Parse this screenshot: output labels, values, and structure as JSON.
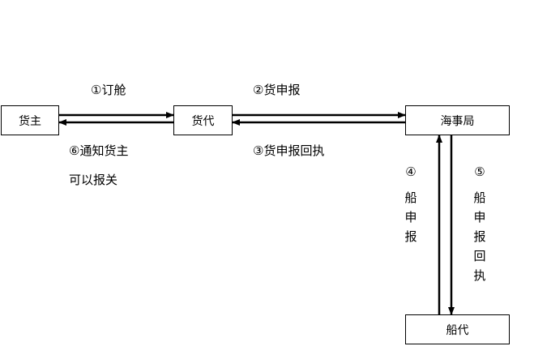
{
  "nodes": {
    "shipper": "货主",
    "forwarder": "货代",
    "maritime_bureau": "海事局",
    "ship_agent": "船代"
  },
  "steps": {
    "s1": "①订舱",
    "s2": "②货申报",
    "s3": "③货申报回执",
    "s4_num": "④",
    "s4_text": "船\n申\n报",
    "s5_num": "⑤",
    "s5_text": "船\n申\n报\n回\n执",
    "s6_line1": "⑥通知货主",
    "s6_line2": "可以报关"
  },
  "colors": {
    "line": "#000000",
    "box_border": "#000000"
  }
}
